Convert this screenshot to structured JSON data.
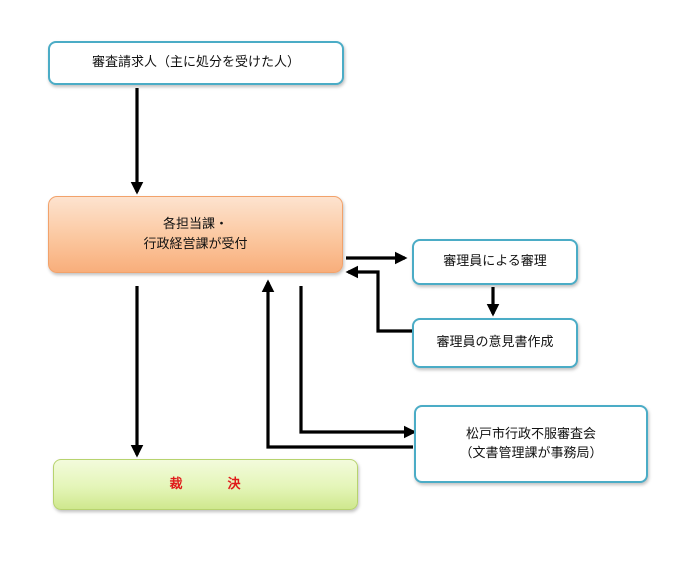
{
  "nodes": {
    "claimant": "審査請求人（主に処分を受けた人）",
    "intake_line1": "各担当課・",
    "intake_line2": "行政経営課が受付",
    "examiner_review": "審理員による審理",
    "examiner_opinion": "審理員の意見書作成",
    "council_line1": "松戸市行政不服審査会",
    "council_line2": "（文書管理課が事務局）",
    "decision_part1": "裁",
    "decision_part2": "決"
  },
  "colors": {
    "teal_border": "#4bacc6",
    "orange_fill": "#fbc79f",
    "green_fill": "#e4f5b8",
    "decision_text": "#e01b1b",
    "arrow": "#000000"
  }
}
